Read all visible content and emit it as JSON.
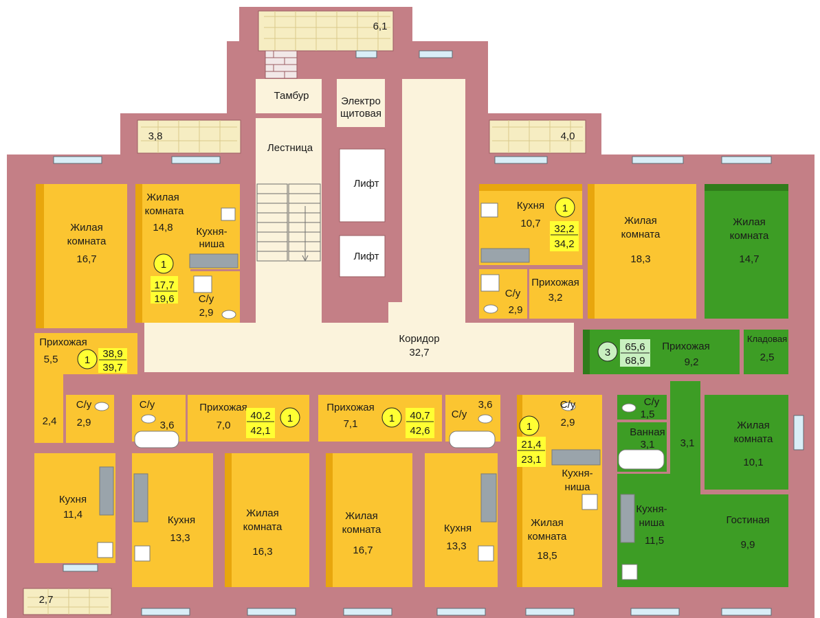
{
  "colors": {
    "wall": "#c47f86",
    "wall_dark": "#9a5c62",
    "yellow_room": "#fbc531",
    "yellow_floor": "#e8a60d",
    "green_room": "#3d9d25",
    "green_dark": "#2f7c1b",
    "corridor": "#fbf3dc",
    "balcony": "#f6edc2",
    "window": "#d9eef7"
  },
  "balconies": {
    "top": "6,1",
    "left": "3,8",
    "right": "4,0",
    "bottom_left": "2,7"
  },
  "common": {
    "tambur": "Тамбур",
    "electro_1": "Электро",
    "electro_2": "щитовая",
    "stairs": "Лестница",
    "lift_1": "Лифт",
    "lift_2": "Лифт",
    "corridor_label": "Коридор",
    "corridor_area": "32,7"
  },
  "rooms": {
    "tl_living": {
      "l1": "Жилая",
      "l2": "комната",
      "area": "16,7"
    },
    "tl_hall": {
      "name": "Прихожая",
      "area": "5,5"
    },
    "tl_apartment": {
      "rooms": "1",
      "total_a": "38,9",
      "total_b": "39,7"
    },
    "tl_hall_small": "2,4",
    "tl_bath": {
      "name": "С/у",
      "area": "2,9"
    },
    "bl_kitchen": {
      "name": "Кухня",
      "area": "11,4"
    },
    "s_living": {
      "l1": "Жилая",
      "l2": "комната",
      "area": "14,8"
    },
    "s_kitchen": {
      "l1": "Кухня-",
      "l2": "ниша"
    },
    "s_apartment": {
      "rooms": "1",
      "total_a": "17,7",
      "total_b": "19,6"
    },
    "s_bath": {
      "name": "С/у",
      "area": "2,9"
    },
    "b2_bath": {
      "name": "С/у",
      "area": "3,6"
    },
    "b2_hall": {
      "name": "Прихожая",
      "area": "7,0"
    },
    "b2_apartment": {
      "rooms": "1",
      "total_a": "40,2",
      "total_b": "42,1"
    },
    "b2_kitchen": {
      "name": "Кухня",
      "area": "13,3"
    },
    "b2_living": {
      "l1": "Жилая",
      "l2": "комната",
      "area": "16,3"
    },
    "b3_hall": {
      "name": "Прихожая",
      "area": "7,1"
    },
    "b3_apartment": {
      "rooms": "1",
      "total_a": "40,7",
      "total_b": "42,6"
    },
    "b3_bath": {
      "name": "С/у",
      "area": "3,6"
    },
    "b3_living": {
      "l1": "Жилая",
      "l2": "комната",
      "area": "16,7"
    },
    "b3_kitchen": {
      "name": "Кухня",
      "area": "13,3"
    },
    "b4_apartment": {
      "rooms": "1",
      "total_a": "21,4",
      "total_b": "23,1"
    },
    "b4_bath": {
      "name": "С/у",
      "area": "2,9"
    },
    "b4_kitchen": {
      "l1": "Кухня-",
      "l2": "ниша"
    },
    "b4_living": {
      "l1": "Жилая",
      "l2": "комната",
      "area": "18,5"
    },
    "tr_kitchen": {
      "name": "Кухня",
      "area": "10,7"
    },
    "tr_apartment": {
      "rooms": "1",
      "total_a": "32,2",
      "total_b": "34,2"
    },
    "tr_bath": {
      "name": "С/у",
      "area": "2,9"
    },
    "tr_hall": {
      "name": "Прихожая",
      "area": "3,2"
    },
    "tr_living": {
      "l1": "Жилая",
      "l2": "комната",
      "area": "18,3"
    },
    "g_living_top": {
      "l1": "Жилая",
      "l2": "комната",
      "area": "14,7"
    },
    "g_apartment": {
      "rooms": "3",
      "total_a": "65,6",
      "total_b": "68,9"
    },
    "g_hall": {
      "name": "Прихожая",
      "area": "9,2"
    },
    "g_storage": {
      "name": "Кладовая",
      "area": "2,5"
    },
    "g_wc": {
      "name": "С/у",
      "area": "1,5"
    },
    "g_bath": {
      "name": "Ванная",
      "area": "3,1"
    },
    "g_passage": "3,1",
    "g_living_mid": {
      "l1": "Жилая",
      "l2": "комната",
      "area": "10,1"
    },
    "g_kitchen": {
      "l1": "Кухня-",
      "l2": "ниша",
      "area": "11,5"
    },
    "g_guest": {
      "name": "Гостиная",
      "area": "9,9"
    }
  }
}
